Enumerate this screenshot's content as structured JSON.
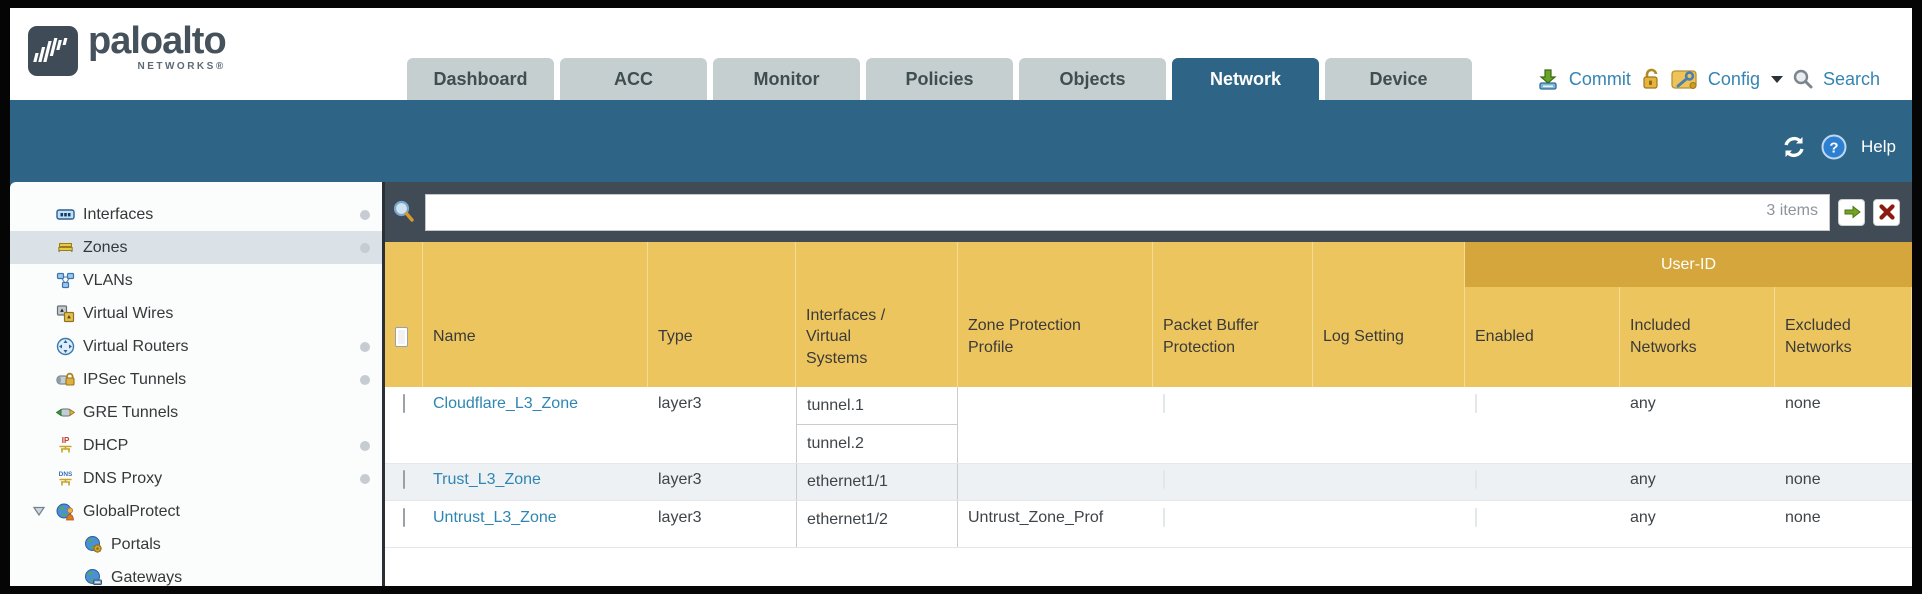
{
  "header": {
    "logo": {
      "brand": "paloalto",
      "sub": "NETWORKS®"
    },
    "tabs": [
      {
        "label": "Dashboard"
      },
      {
        "label": "ACC"
      },
      {
        "label": "Monitor"
      },
      {
        "label": "Policies"
      },
      {
        "label": "Objects"
      },
      {
        "label": "Network",
        "active": true
      },
      {
        "label": "Device"
      }
    ],
    "actions": {
      "commit": "Commit",
      "config": "Config",
      "search": "Search"
    }
  },
  "toolbar": {
    "help": "Help",
    "help_glyph": "?"
  },
  "sidebar": {
    "items": [
      {
        "label": "Interfaces",
        "dot": true
      },
      {
        "label": "Zones",
        "dot": true,
        "selected": true
      },
      {
        "label": "VLANs"
      },
      {
        "label": "Virtual Wires"
      },
      {
        "label": "Virtual Routers",
        "dot": true
      },
      {
        "label": "IPSec Tunnels",
        "dot": true
      },
      {
        "label": "GRE Tunnels"
      },
      {
        "label": "DHCP",
        "dot": true,
        "icon_text": "IP"
      },
      {
        "label": "DNS Proxy",
        "dot": true,
        "icon_text": "DNS"
      },
      {
        "label": "GlobalProtect",
        "expanded": true
      },
      {
        "label": "Portals",
        "child": true
      },
      {
        "label": "Gateways",
        "child": true
      }
    ]
  },
  "filter": {
    "value": "",
    "count": "3 items"
  },
  "table": {
    "group_header": "User-ID",
    "columns": [
      "Name",
      "Type",
      "Interfaces / Virtual Systems",
      "Zone Protection Profile",
      "Packet Buffer Protection",
      "Log Setting",
      "Enabled",
      "Included Networks",
      "Excluded Networks"
    ],
    "rows": [
      {
        "name": "Cloudflare_L3_Zone",
        "type": "layer3",
        "interfaces": {
          "0": "tunnel.1",
          "1": "tunnel.2"
        },
        "zone_protection_profile": "",
        "log_setting": "",
        "included_networks": "any",
        "excluded_networks": "none"
      },
      {
        "name": "Trust_L3_Zone",
        "type": "layer3",
        "interfaces": {
          "0": "ethernet1/1"
        },
        "zone_protection_profile": "",
        "log_setting": "",
        "included_networks": "any",
        "excluded_networks": "none"
      },
      {
        "name": "Untrust_L3_Zone",
        "type": "layer3",
        "interfaces": {
          "0": "ethernet1/2"
        },
        "zone_protection_profile": "Untrust_Zone_Prof",
        "log_setting": "",
        "included_networks": "any",
        "excluded_networks": "none"
      }
    ]
  },
  "colors": {
    "teal": "#2e6485",
    "slate_bar": "#404b55",
    "header_gold": "#edc55e",
    "group_gold": "#d5a63b",
    "link_blue": "#2e86b2",
    "selected_nav": "#dbe2e7",
    "alt_row": "#eef1f3"
  }
}
